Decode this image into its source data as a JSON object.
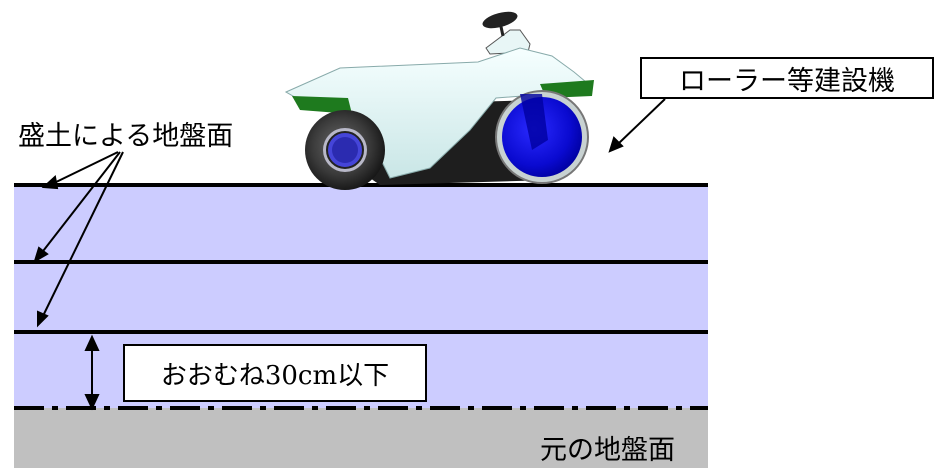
{
  "labels": {
    "fill_surface": "盛土による地盤面",
    "machine": "ローラー等建設機",
    "layer_thickness": "おおむね30cm以下",
    "original_ground": "元の地盤面"
  },
  "colors": {
    "fill_layer": "#ccccff",
    "original_ground": "#c0c0c0",
    "layer_line": "#000000",
    "machine_body": "#e6f6f6",
    "machine_fender": "#1e7a1e",
    "front_wheel": "#1a1ae0",
    "rear_wheel": "#4545d8"
  },
  "icons": {
    "machine": "roller-compactor-icon"
  }
}
